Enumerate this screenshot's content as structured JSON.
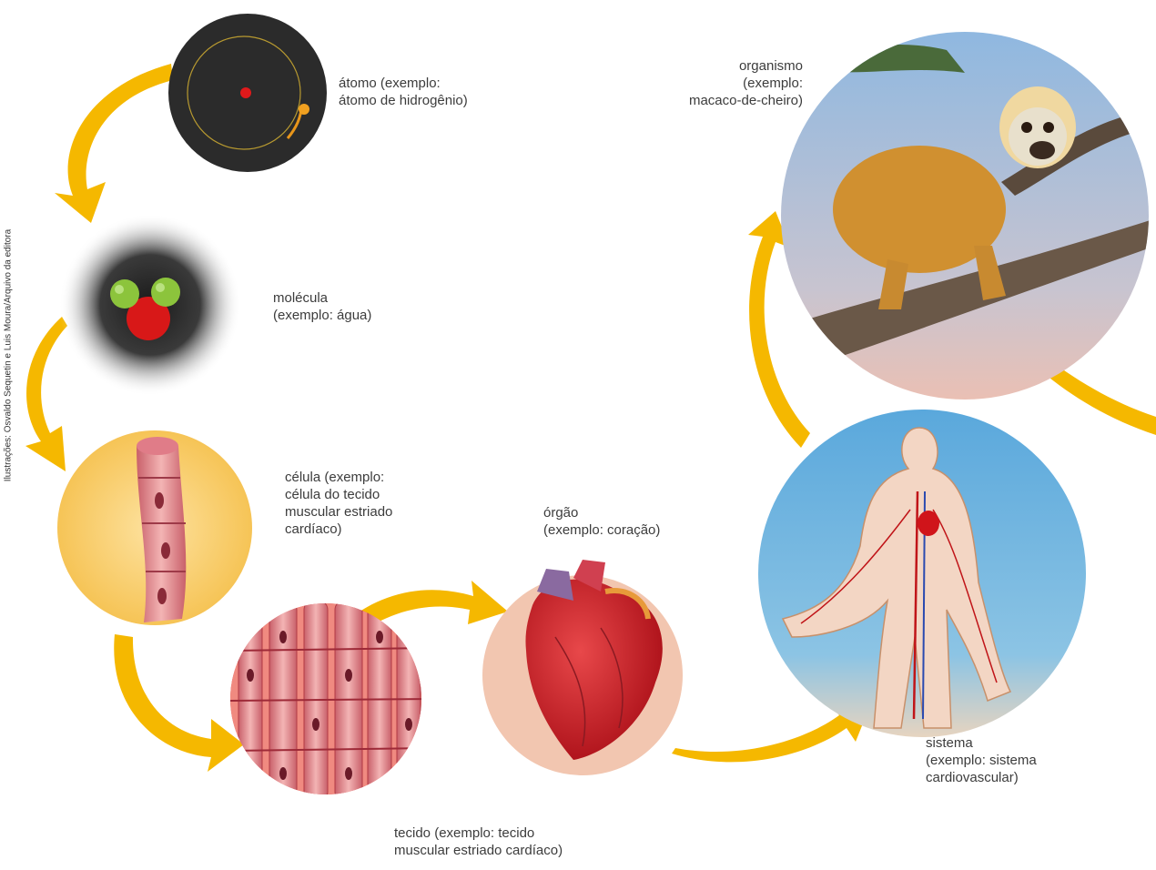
{
  "credit": "Ilustrações: Osvaldo Sequetin e Luis Moura/Arquivo da editora",
  "levels": [
    {
      "id": "atomo",
      "label": "átomo (exemplo:\nátomo de hidrogênio)",
      "icon": "hydrogen-atom-icon"
    },
    {
      "id": "molecula",
      "label": "molécula\n(exemplo: água)",
      "icon": "water-molecule-icon"
    },
    {
      "id": "celula",
      "label": "célula (exemplo:\ncélula do tecido\nmuscular estriado\ncardíaco)",
      "icon": "muscle-cell-icon"
    },
    {
      "id": "tecido",
      "label": "tecido (exemplo: tecido\nmuscular estriado cardíaco)",
      "icon": "cardiac-tissue-icon"
    },
    {
      "id": "orgao",
      "label": "órgão\n(exemplo: coração)",
      "icon": "heart-icon"
    },
    {
      "id": "sistema",
      "label": "sistema\n(exemplo: sistema\ncardiovascular)",
      "icon": "cardiovascular-system-icon"
    },
    {
      "id": "organismo",
      "label": "organismo\n(exemplo:\nmacaco-de-cheiro)",
      "icon": "squirrel-monkey-icon"
    }
  ],
  "colors": {
    "arrow": "#f5b800",
    "text": "#3c3c3c",
    "atom_bg": "#2b2b2b",
    "cell_bg": "#f9cf6a",
    "tissue_bg": "#e8534f",
    "organ_bg": "#f2c6b0",
    "system_bg": "#6db4dc",
    "organism_bg": "#a8c4dc"
  }
}
